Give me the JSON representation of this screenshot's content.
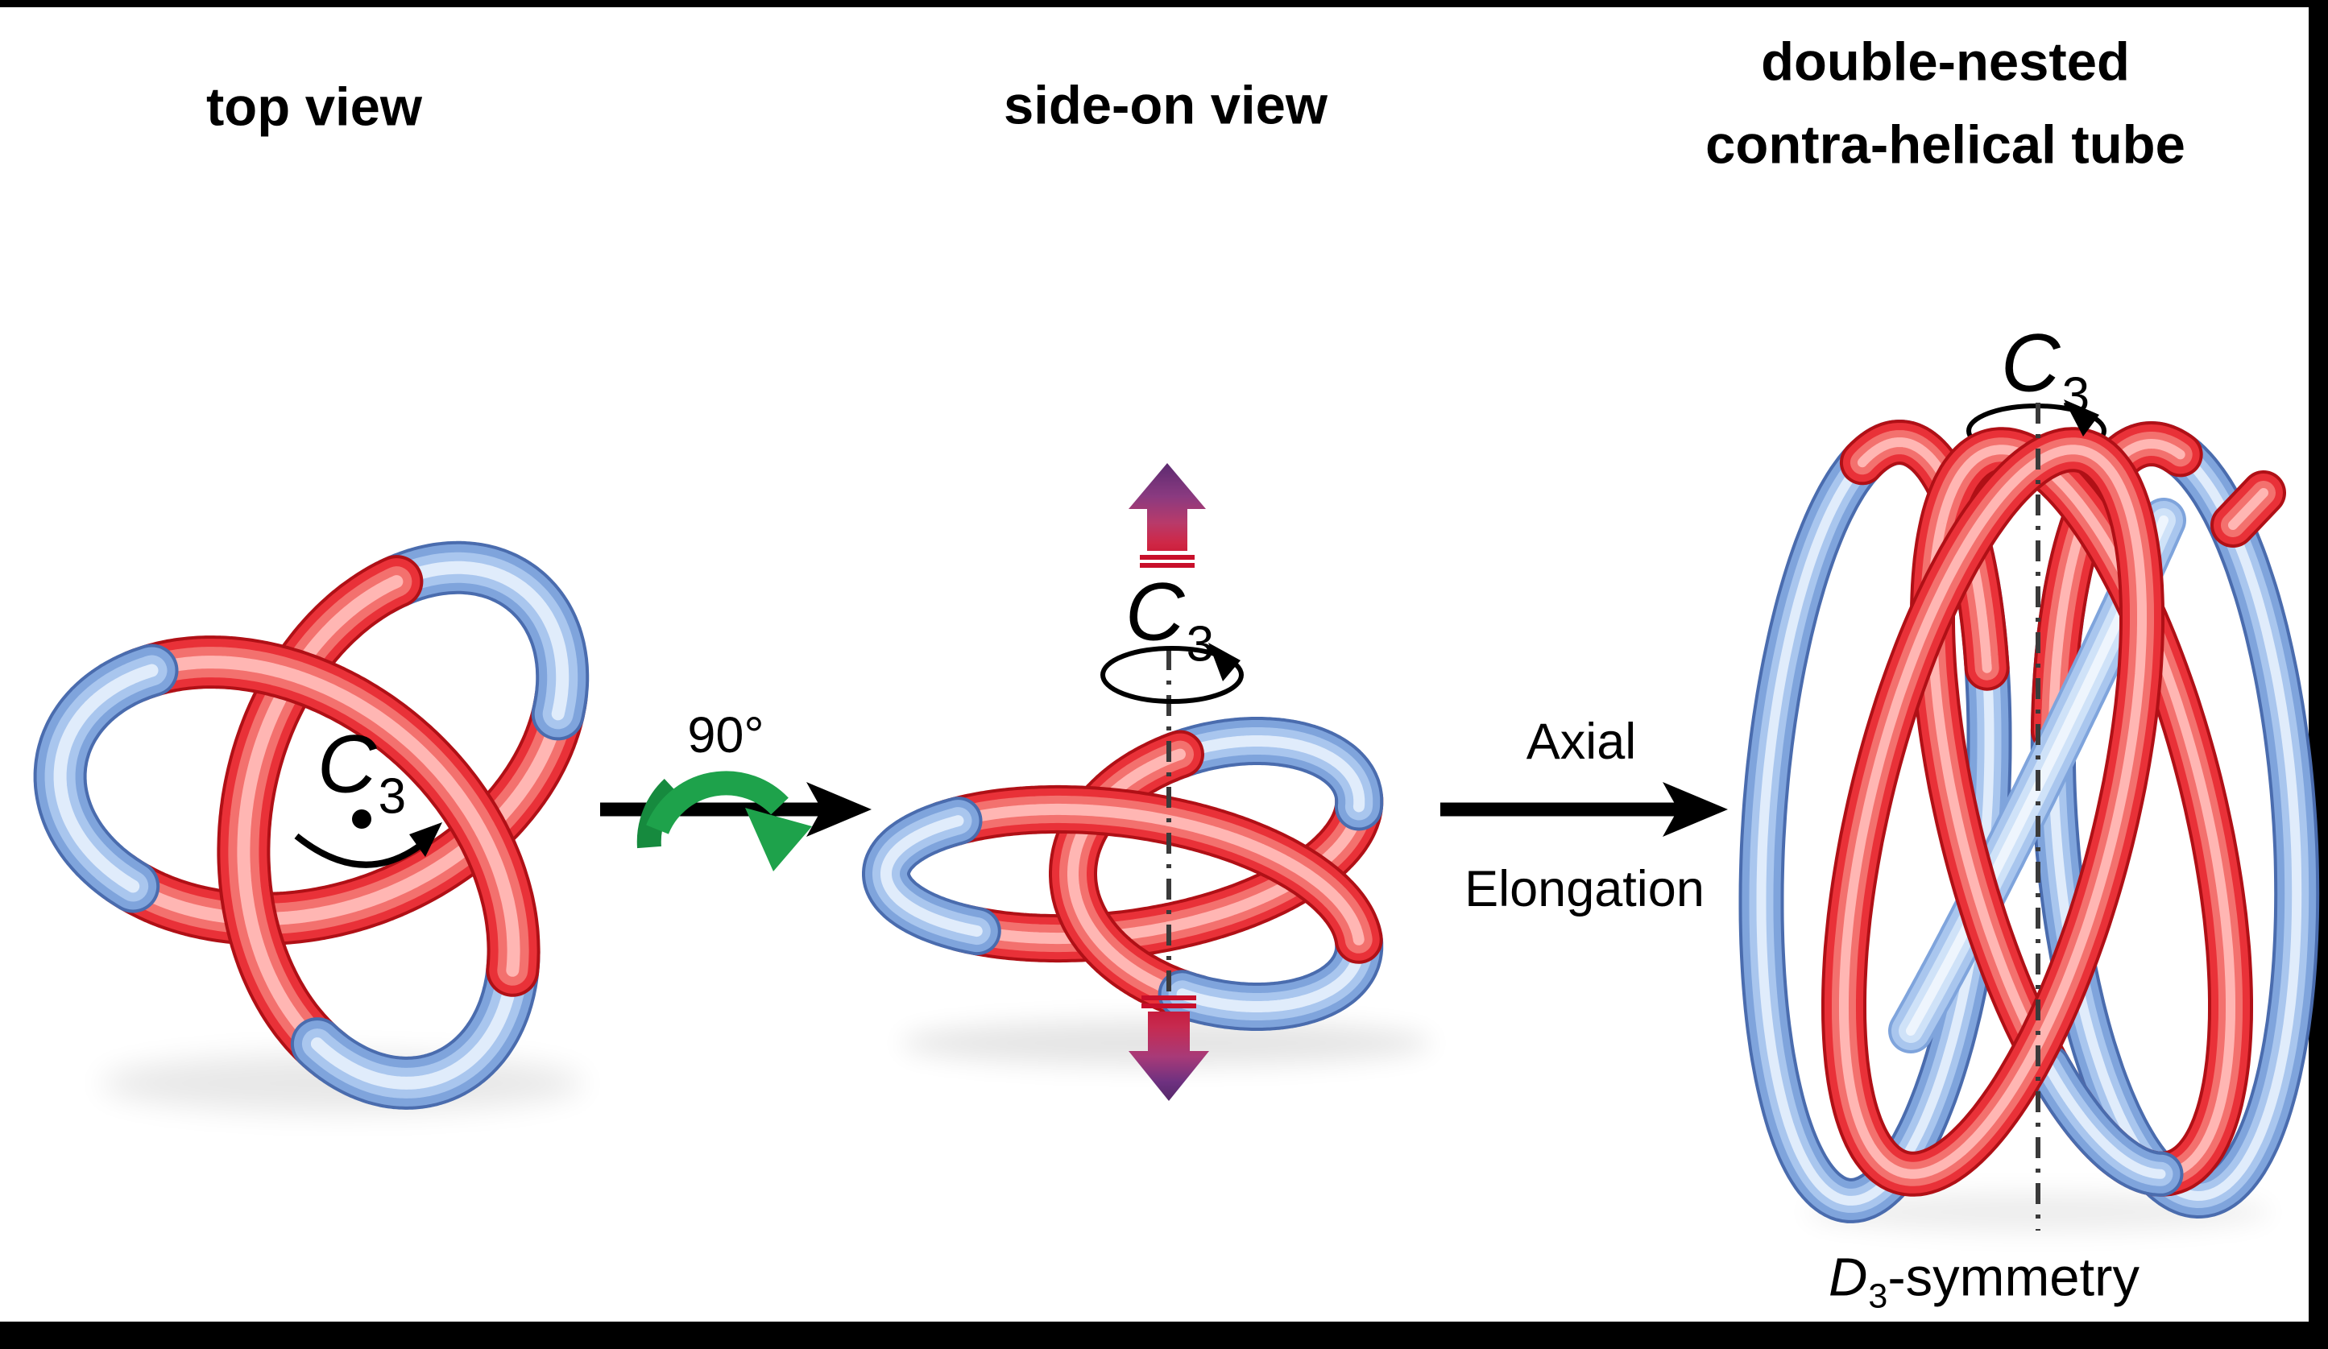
{
  "titles": {
    "left": "top view",
    "middle": "side-on view",
    "right_line1": "double-nested",
    "right_line2": "contra-helical tube"
  },
  "labels": {
    "c3_main": "C",
    "c3_sub": "3",
    "rotation_angle": "90°",
    "axial": "Axial",
    "elongation": "Elongation",
    "d3_main": "D",
    "d3_sub": "3",
    "d3_suffix": "-symmetry"
  },
  "colors": {
    "background": "#ffffff",
    "frame": "#000000",
    "text": "#000000",
    "black_arrow": "#000000",
    "tube_red": "#e93138",
    "tube_red_dark": "#b01016",
    "tube_red_light": "#f3716e",
    "tube_red_highlight": "#ffb6b3",
    "tube_blue": "#7fa4dc",
    "tube_blue_dark": "#4a6cae",
    "tube_blue_light": "#a9c6ee",
    "tube_blue_highlight": "#e0ecfb",
    "tube_lightblue": "#a9c6ee",
    "tube_lightblue_core": "#cfe2f8",
    "tube_lightblue_highlight": "#eef5fd",
    "green_arrow": "#1ea24b",
    "green_arrow_dark": "#168a3e",
    "gradient_red": "#c80f2a",
    "gradient_purple": "#5c2a70",
    "axis": "#3a3a3a"
  }
}
